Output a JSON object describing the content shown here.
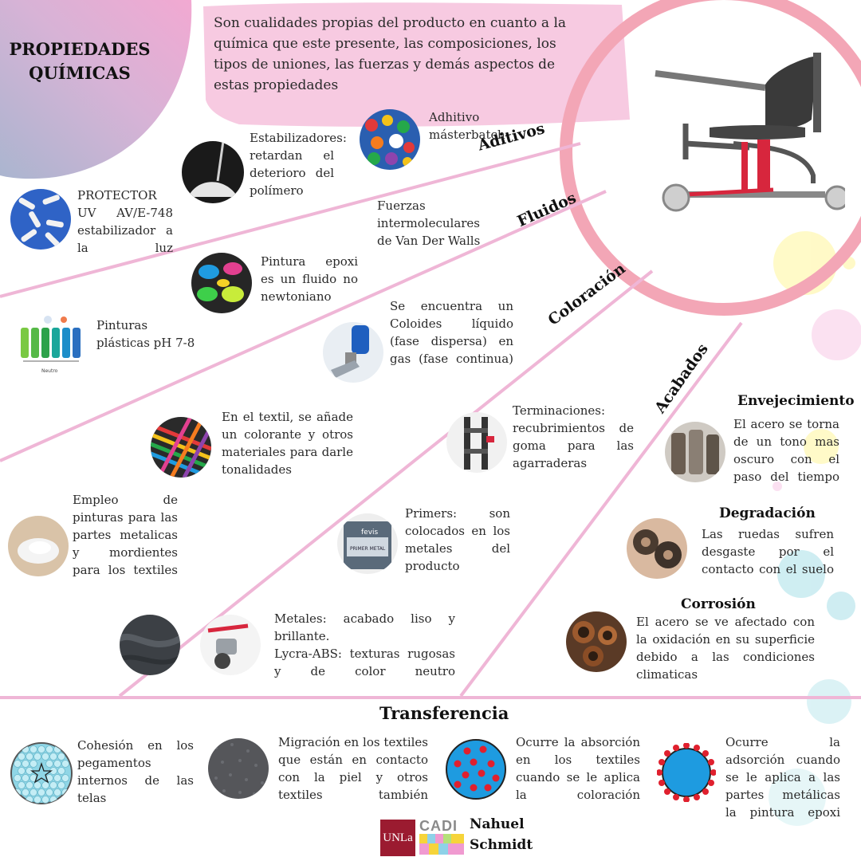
{
  "title": {
    "line1": "PROPIEDADES",
    "line2": "QUÍMICAS"
  },
  "intro": "Son cualidades propias del producto en cuanto a la química que este presente, las composiciones, los tipos de uniones, las fuerzas y demás aspectos de estas propiedades",
  "headings": {
    "aditivos": "Aditivos",
    "fluidos": "Fluidos",
    "coloracion": "Coloración",
    "acabados": "Acabados",
    "envejecimiento": "Envejecimiento",
    "degradacion": "Degradación",
    "corrosion": "Corrosión",
    "transferencia": "Transferencia"
  },
  "items": {
    "masterbatch": "Adhitivo másterbatch",
    "estabilizadores": "Estabilizadores: retardan el deterioro del polímero",
    "protector": "PROTECTOR UV AV/E-748 estabilizador a la luz",
    "van_der_walls": "Fuerzas intermoleculares de Van Der Walls",
    "pintura_epoxi": "Pintura epoxi es un fluido no newtoniano",
    "pinturas_ph": "Pinturas plásticas pH 7-8",
    "ph_neutro": "Neutro",
    "coloides": "Se encuentra un Coloides líquido (fase dispersa) en gas (fase continua)",
    "textil": "En el textil, se añade un colorante y otros materiales para darle tonalidades",
    "terminaciones": "Terminaciones: recubrimientos de goma para las agarraderas",
    "empleo": "Empleo de pinturas para las partes metalicas y mordientes para los textiles",
    "primers": "Primers: son colocados en los metales del producto",
    "primer_brand": "fevis",
    "primer_label": "PRIMER METAL",
    "metales": "Metales: acabado liso y brillante.",
    "lycra": "Lycra-ABS: texturas rugosas y de color neutro",
    "envejecimiento": "El acero se torna de un tono mas oscuro con el paso del tiempo",
    "degradacion": "Las ruedas sufren desgaste por el contacto con el suelo",
    "corrosion": "El acero se ve afectado con la oxidación en su superficie debido a las condiciones climaticas"
  },
  "transfer": {
    "cohesion": "Cohesión en los pegamentos internos de las telas",
    "migracion": "Migración en los textiles que están en contacto con la piel y otros textiles también",
    "absorcion": "Ocurre la absorción en los textiles cuando se le aplica la coloración",
    "adsorcion": "Ocurre la adsorción cuando se le aplica a las partes metálicas la pintura epoxi"
  },
  "footer": {
    "unla": "UNLa",
    "cadi": "CADI",
    "author_line1": "Nahuel",
    "author_line2": "Schmidt"
  },
  "colors": {
    "pink_line": "#efb6d6",
    "pink_band": "#f6c4de",
    "ring": "#f3a6b6",
    "wheelchair_red": "#d7263d",
    "adsorption_blue": "#1e9be0",
    "dot_red": "#e0202e"
  }
}
